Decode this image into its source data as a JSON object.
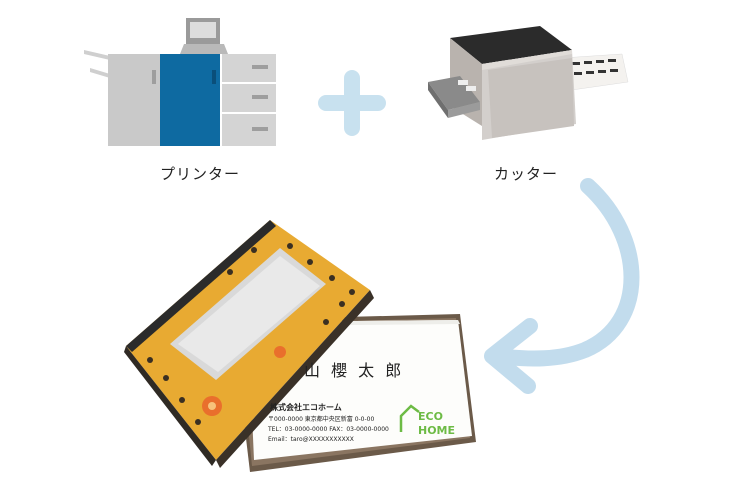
{
  "printer": {
    "label": "プリンター"
  },
  "cutter": {
    "label": "カッター"
  },
  "card": {
    "name": "山 櫻 太 郎",
    "company": "株式会社エコホーム",
    "address": "〒000-0000 東京都中央区新富 0-0-00",
    "phone": "TEL：03-0000-0000  FAX：03-0000-0000",
    "email": "Email：taro@XXXXXXXXXXX",
    "logo_line1": "ECO",
    "logo_line2": "HOME"
  },
  "colors": {
    "plus": "#c8e1ef",
    "arrow": "#c2dced",
    "printer_body": "#c9c9c9",
    "printer_blue": "#0e6aa1",
    "cutter_body": "#d3cfcc",
    "box": "#e8aa32",
    "eco_green": "#6dbb45"
  }
}
